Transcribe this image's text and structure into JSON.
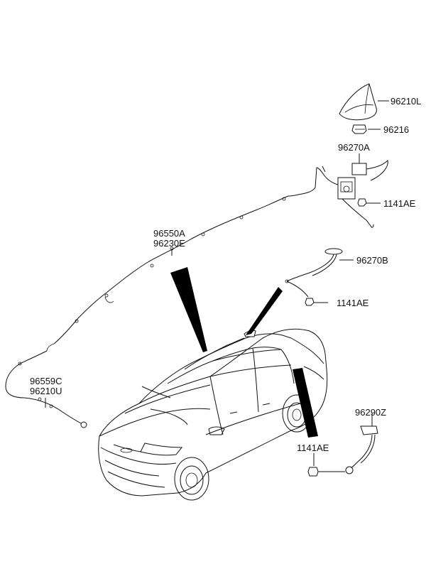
{
  "parts": {
    "antenna": "96210L",
    "nut": "96216",
    "feeder_top": "96270A",
    "bolt_top": "1141AE",
    "main_cable_a": "96550A",
    "main_cable_b": "96230E",
    "feeder_rear": "96270B",
    "bolt_mid": "1141AE",
    "front_cable_a": "96559C",
    "front_cable_b": "96210U",
    "bolt_low": "1141AE",
    "ground_wire": "96290Z"
  }
}
